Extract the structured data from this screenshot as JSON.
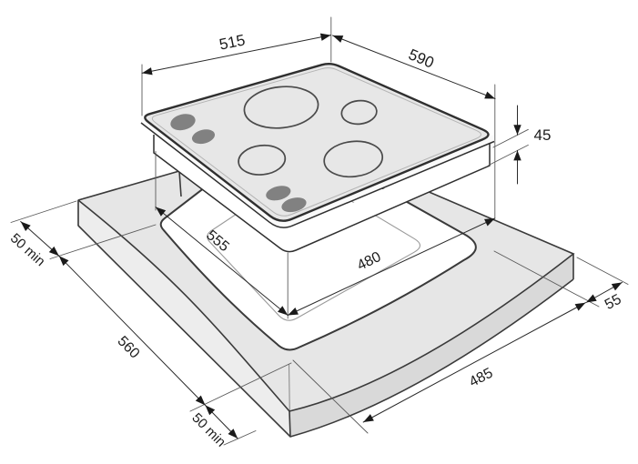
{
  "diagram": {
    "type": "installation-dimension-diagram",
    "subject": "built-in hob above worktop with cutout",
    "background_color": "#ffffff",
    "line_color": "#3a3a3a",
    "hob_surface_color": "#e7e7e7",
    "worktop_color": "#e6e6e6",
    "knob_color": "#818181",
    "labels": {
      "hob_width": "515",
      "hob_depth": "590",
      "hob_height": "45",
      "tub_width": "555",
      "tub_depth": "480",
      "side_clearance": "50 min",
      "cutout_width": "560",
      "front_clearance": "50 min",
      "cutout_depth": "485",
      "edge_distance": "55"
    }
  }
}
